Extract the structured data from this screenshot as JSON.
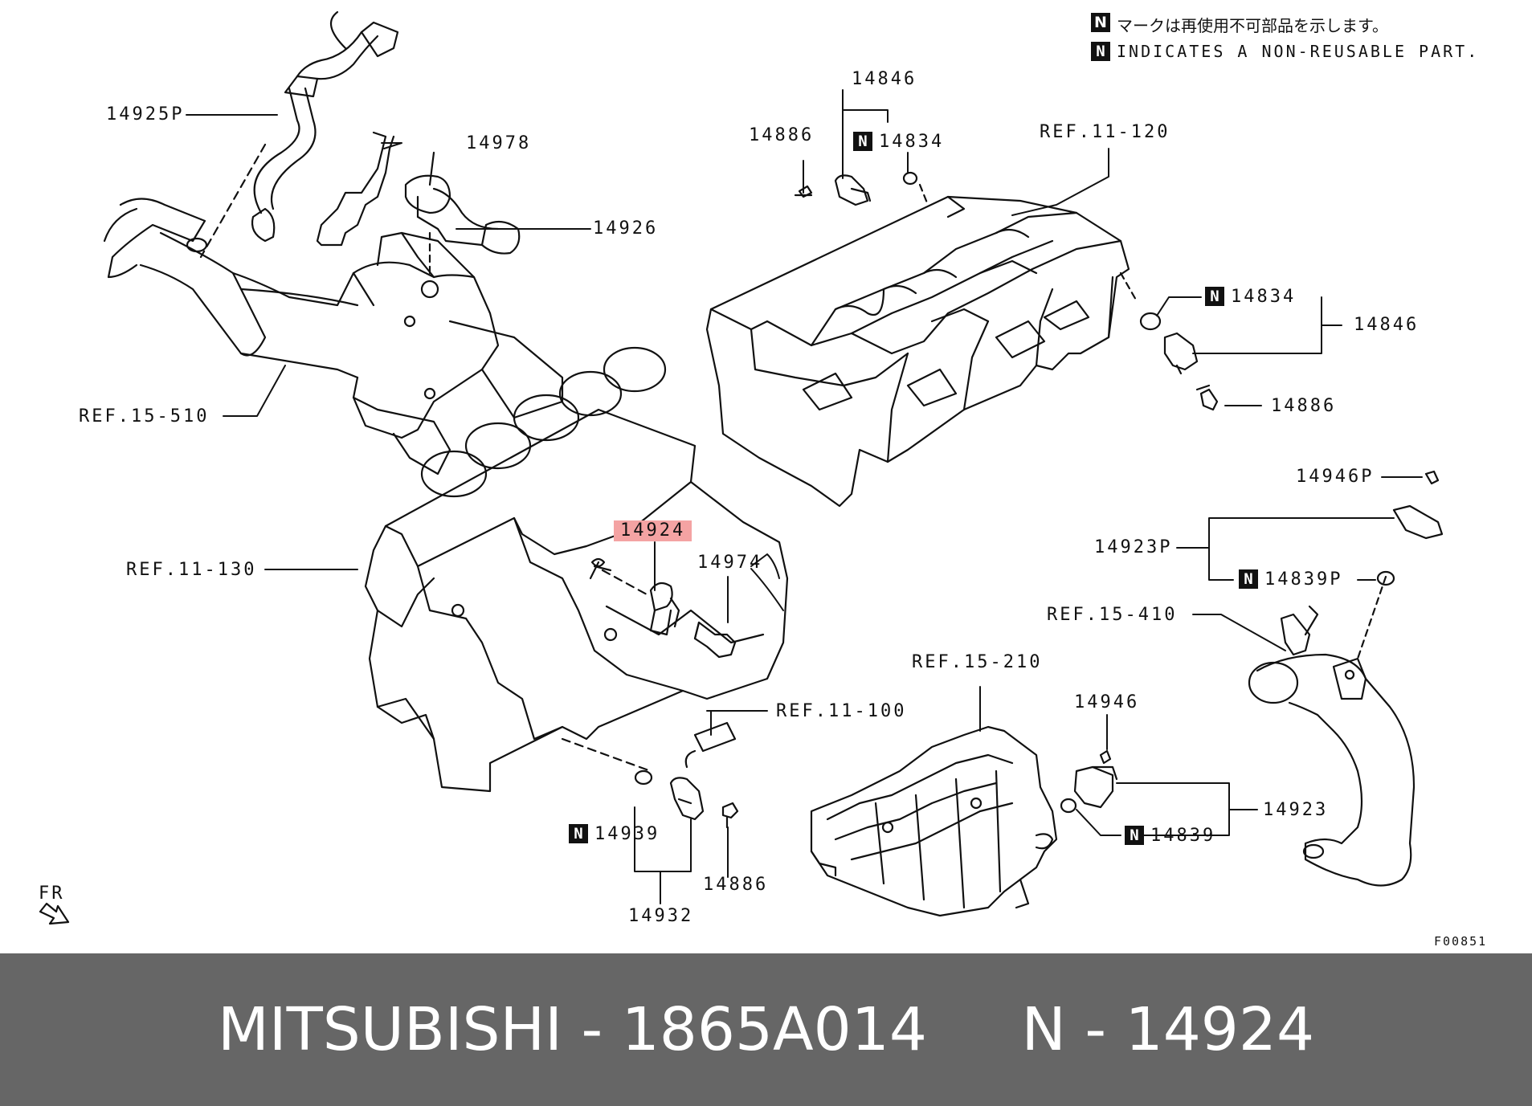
{
  "legend": {
    "symbol": "N",
    "jp": "マークは再使用不可部品を示します。",
    "en": "INDICATES A NON-REUSABLE PART."
  },
  "labels": {
    "p14925P": "14925P",
    "p14978": "14978",
    "p14926": "14926",
    "ref15510": "REF.15-510",
    "ref11130": "REF.11-130",
    "p14924": "14924",
    "p14974": "14974",
    "ref11100": "REF.11-100",
    "p14939": "14939",
    "p14932": "14932",
    "p14886_bottom": "14886",
    "p14846_top": "14846",
    "p14886_top": "14886",
    "p14834_top": "14834",
    "ref11120": "REF.11-120",
    "p14834_right": "14834",
    "p14846_right": "14846",
    "p14886_right": "14886",
    "p14946P": "14946P",
    "p14923P": "14923P",
    "p14839P": "14839P",
    "ref15410": "REF.15-410",
    "ref15210": "REF.15-210",
    "p14946": "14946",
    "p14923": "14923",
    "p14839": "14839",
    "fr": "FR",
    "figure_code": "F00851"
  },
  "colors": {
    "highlight": "#f4a3a3",
    "footer_bg": "#666666",
    "footer_text": "#ffffff"
  },
  "footer": {
    "brand": "MITSUBISHI",
    "part_number": "1865A014",
    "alt_number": "N - 14924",
    "text": "MITSUBISHI - 1865A014     N - 14924"
  }
}
